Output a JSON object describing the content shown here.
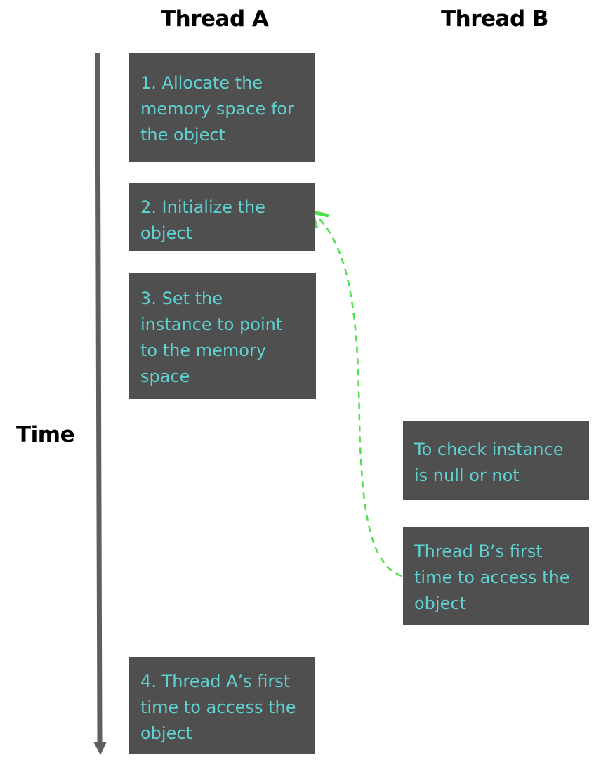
{
  "headings": {
    "thread_a": "Thread A",
    "thread_b": "Thread B",
    "time": "Time"
  },
  "thread_a_steps": [
    "1. Allocate the\nmemory space for\nthe object",
    "2. Initialize the\nobject",
    "3. Set the\ninstance to point\nto the memory\nspace",
    "4. Thread A’s first\ntime to access the\nobject"
  ],
  "thread_b_steps": [
    "To check instance\nis null or not",
    "Thread B’s first\ntime to access the\nobject"
  ],
  "colors": {
    "box_background": "#4f4f4f",
    "box_text": "#5fd1d1",
    "time_arrow": "#5f5f5f",
    "dependency_arrow": "#4ee04e"
  }
}
